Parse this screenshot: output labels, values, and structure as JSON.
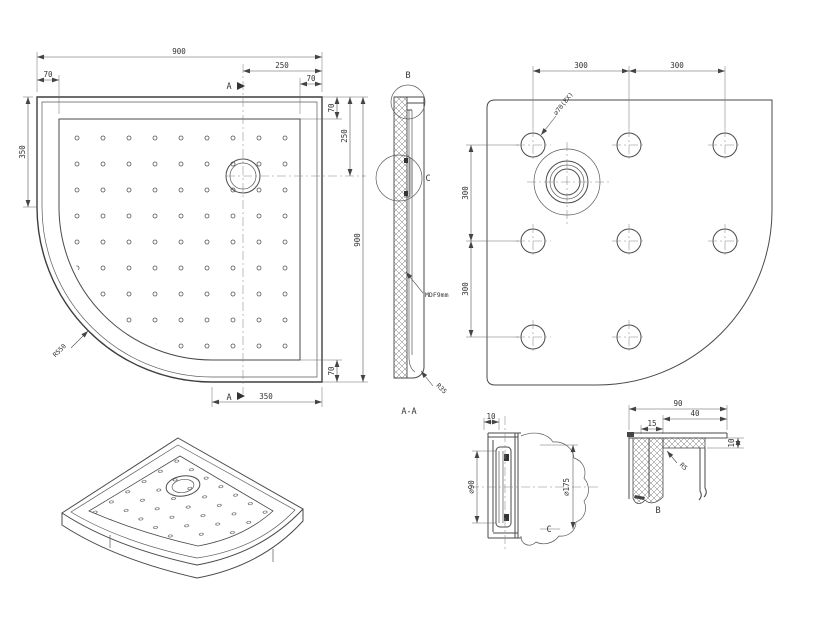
{
  "sheet": {
    "background": "#ffffff",
    "line_color": "#4a4a4a",
    "text_color": "#333333"
  },
  "plan": {
    "dim_overall_w": "900",
    "dim_250_top": "250",
    "dim_70_topleft": "70",
    "dim_70_topright": "70",
    "dim_350_left": "350",
    "dim_70_right_top": "70",
    "dim_250_right": "250",
    "dim_overall_h": "900",
    "dim_70_right_bottom": "70",
    "dim_350_bottom": "350",
    "radius_label": "R550",
    "section_marker_top": "A",
    "section_marker_bottom": "A"
  },
  "section": {
    "title": "A-A",
    "detail_b_marker": "B",
    "detail_c_marker": "C",
    "material_note": "MDF9mm",
    "fillet_label": "R35"
  },
  "bottom_view": {
    "dim_300_top_1": "300",
    "dim_300_top_2": "300",
    "dim_300_left_1": "300",
    "dim_300_left_2": "300",
    "feet_label": "⌀70(8X)"
  },
  "detail_c": {
    "title": "C",
    "dim_10": "10",
    "dim_d90": "⌀90",
    "dim_d175": "⌀175"
  },
  "detail_b": {
    "title": "B",
    "dim_90": "90",
    "dim_40": "40",
    "dim_15": "15",
    "dim_10": "10",
    "fillet_label": "R5"
  }
}
